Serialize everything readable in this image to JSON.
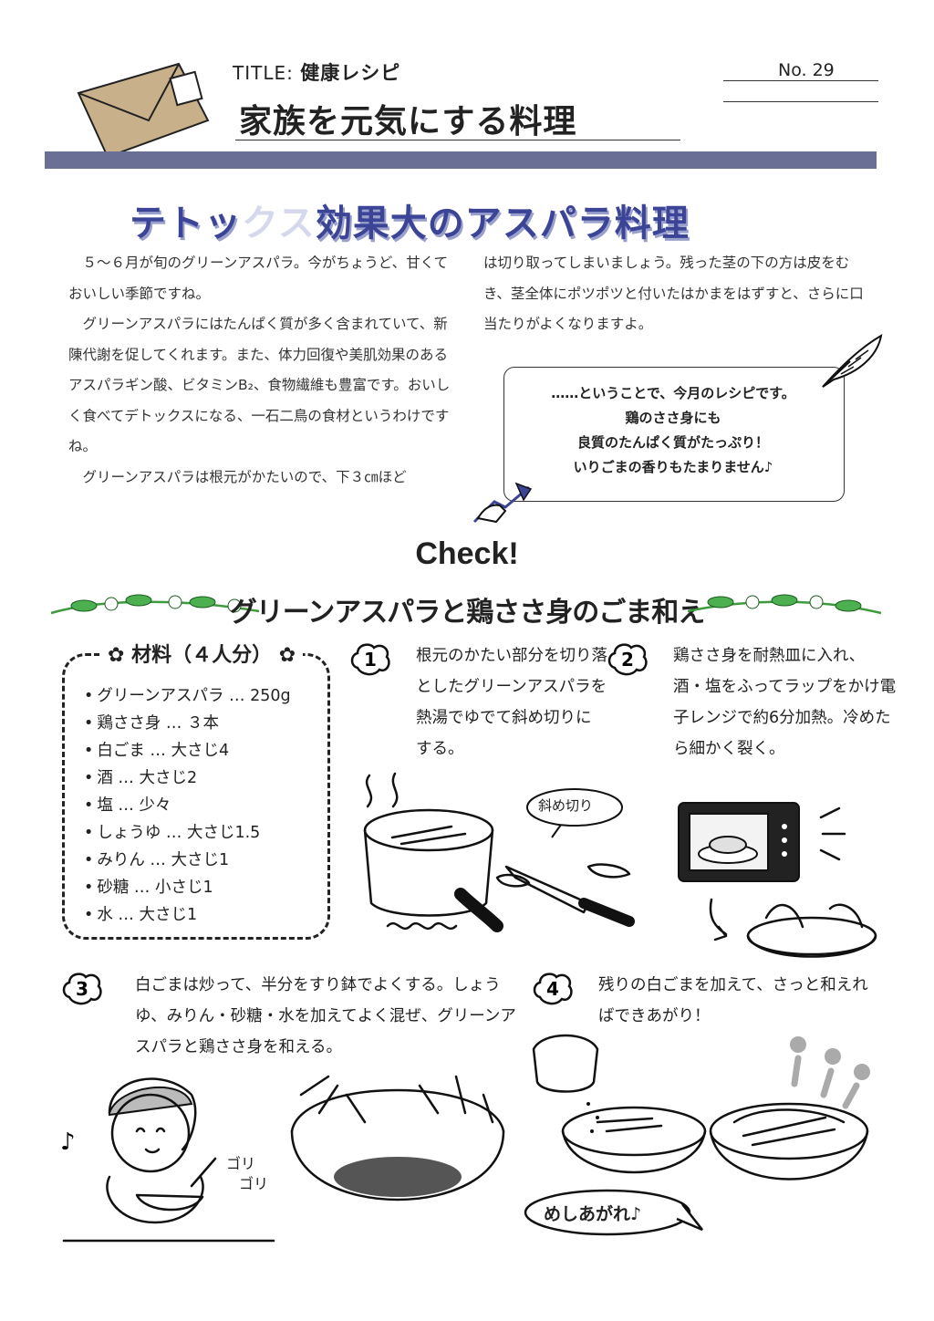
{
  "header": {
    "title_prefix": "TITLE:",
    "title_category": "健康レシピ",
    "main_title": "家族を元気にする料理",
    "issue_number": "No. 29"
  },
  "headline": {
    "part1": "テトッ",
    "part2": "クス",
    "part3": "効果大のアスパラ料理"
  },
  "article": {
    "paragraphs_left": [
      "５～６月が旬のグリーンアスパラ。今がちょうど、甘くておいしい季節ですね。",
      "グリーンアスパラにはたんぱく質が多く含まれていて、新陳代謝を促してくれます。また、体力回復や美肌効果のあるアスパラギン酸、ビタミンB₂、食物繊維も豊富です。おいしく食べてデトックスになる、一石二鳥の食材というわけですね。",
      "グリーンアスパラは根元がかたいので、下３㎝ほど"
    ],
    "paragraph_right": "は切り取ってしまいましょう。残った茎の下の方は皮をむき、茎全体にポツポツと付いたはかまをはずすと、さらに口当たりがよくなりますよ。"
  },
  "callout": {
    "lines": [
      "……ということで、今月のレシピです。",
      "鶏のささ身にも",
      "良質のたんぱく質がたっぷり！",
      "いりごまの香りもたまりません♪"
    ]
  },
  "recipe": {
    "check_label": "Check!",
    "title": "グリーンアスパラと鶏ささ身のごま和え",
    "ingredients_title": "材料（４人分）",
    "ingredients": [
      "グリーンアスパラ … 250g",
      "鶏ささ身 … ３本",
      "白ごま … 大さじ4",
      "酒 … 大さじ2",
      "塩 … 少々",
      "しょうゆ … 大さじ1.5",
      "みりん … 大さじ1",
      "砂糖 … 小さじ1",
      "水 … 大さじ1"
    ],
    "steps": [
      {
        "number": "1",
        "text": "根元のかたい部分を切り落としたグリーンアスパラを熱湯でゆでて斜め切りにする。"
      },
      {
        "number": "2",
        "text": "鶏ささ身を耐熱皿に入れ、酒・塩をふってラップをかけ電子レンジで約6分加熱。冷めたら細かく裂く。"
      },
      {
        "number": "3",
        "text": "白ごまは炒って、半分をすり鉢でよくする。しょうゆ、みりん・砂糖・水を加えてよく混ぜ、グリーンアスパラと鶏ささ身を和える。"
      },
      {
        "number": "4",
        "text": "残りの白ごまを加えて、さっと和えればできあがり！"
      }
    ],
    "bubble_diagonal": "斜め切り",
    "sound_1": "ゴリ",
    "sound_2": "ゴリ",
    "done_label": "めしあがれ♪"
  },
  "colors": {
    "band": "#6a6f96",
    "headline": "#3b4496",
    "vine": "#3d9a3d"
  }
}
